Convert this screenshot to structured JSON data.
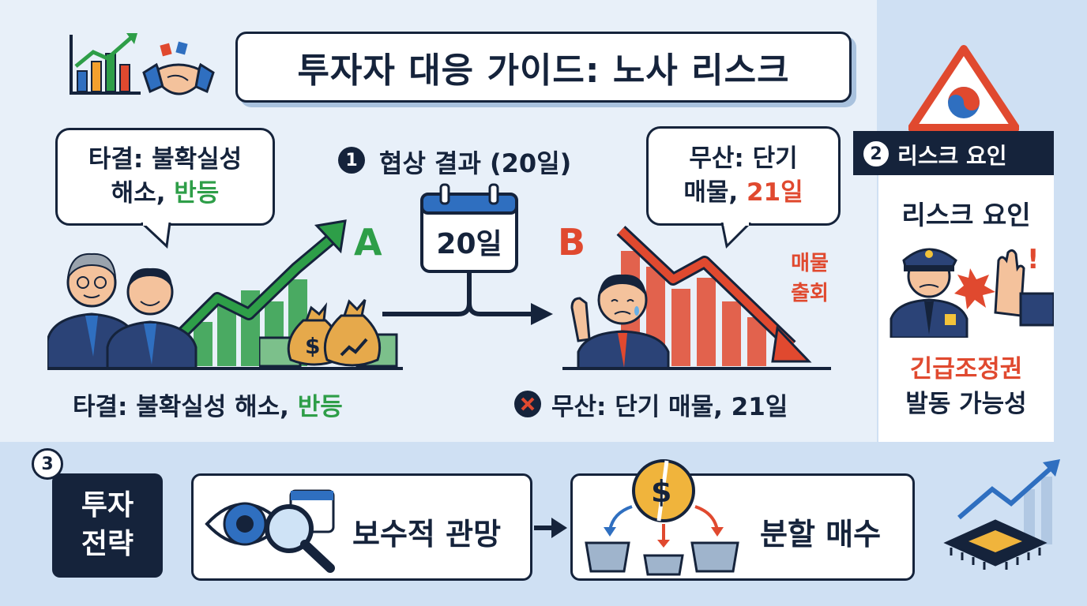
{
  "title": "투자자 대응 가이드: 노사 리스크",
  "bubble_left": {
    "line1": "타결: 불확실성",
    "line2_pre": "해소, ",
    "line2_accent": "반등"
  },
  "bubble_right": {
    "line1": "무산: 단기",
    "line2_pre": "매물, ",
    "line2_accent": "21일"
  },
  "step1": {
    "num": "1",
    "label": "협상 결과 (20일)"
  },
  "calendar_label": "20일",
  "scenario_a": "A",
  "scenario_b": "B",
  "sell_off": {
    "line1": "매물",
    "line2": "출회"
  },
  "caption_left": {
    "pre": "타결: 불확실성 해소, ",
    "accent": "반등"
  },
  "caption_right": "무산: 단기 매물, 21일",
  "step2": {
    "num": "2",
    "label": "리스크 요인"
  },
  "risk_heading": "리스크 요인",
  "risk_desc": {
    "line1": "긴급조정권",
    "line2": "발동 가능성"
  },
  "step3": {
    "num": "3",
    "label_line1": "투자",
    "label_line2": "전략"
  },
  "strategy1": "보수적 관망",
  "strategy2": "분할 매수",
  "colors": {
    "navy": "#15233b",
    "green": "#2e9e48",
    "red": "#e0492f",
    "blue": "#2f6fc0"
  }
}
